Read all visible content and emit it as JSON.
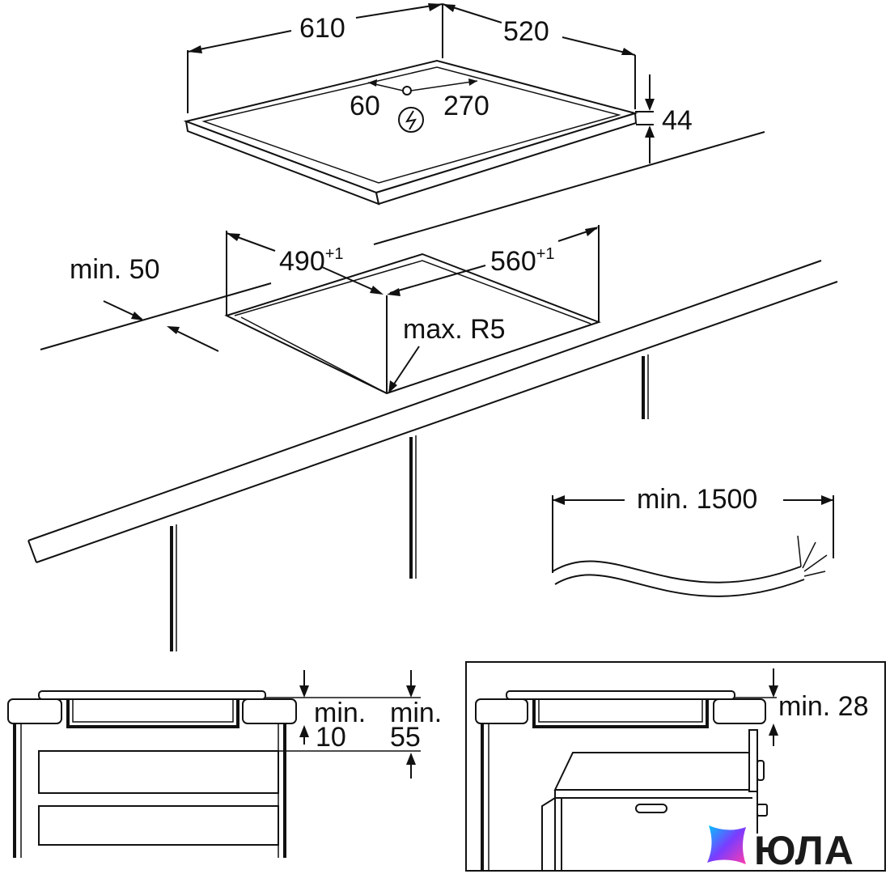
{
  "dimensions": {
    "width_610": "610",
    "depth_520": "520",
    "offset_60": "60",
    "offset_270": "270",
    "height_44": "44",
    "cutout_490": "490",
    "cutout_490_tol": "+1",
    "cutout_560": "560",
    "cutout_560_tol": "+1",
    "min_50": "min. 50",
    "max_r5": "max. R5",
    "cable_min_1500": "min. 1500",
    "min_10_a": "min.",
    "min_10_b": "10",
    "min_55_a": "min.",
    "min_55_b": "55",
    "min_28": "min. 28"
  },
  "icons": {
    "power_connection": "power-plug-icon",
    "brand_logo": "yula-logo"
  },
  "logo": {
    "text": "ЮЛА",
    "gradient": [
      "#00c6ff",
      "#7a3cff",
      "#ff3cac"
    ]
  }
}
